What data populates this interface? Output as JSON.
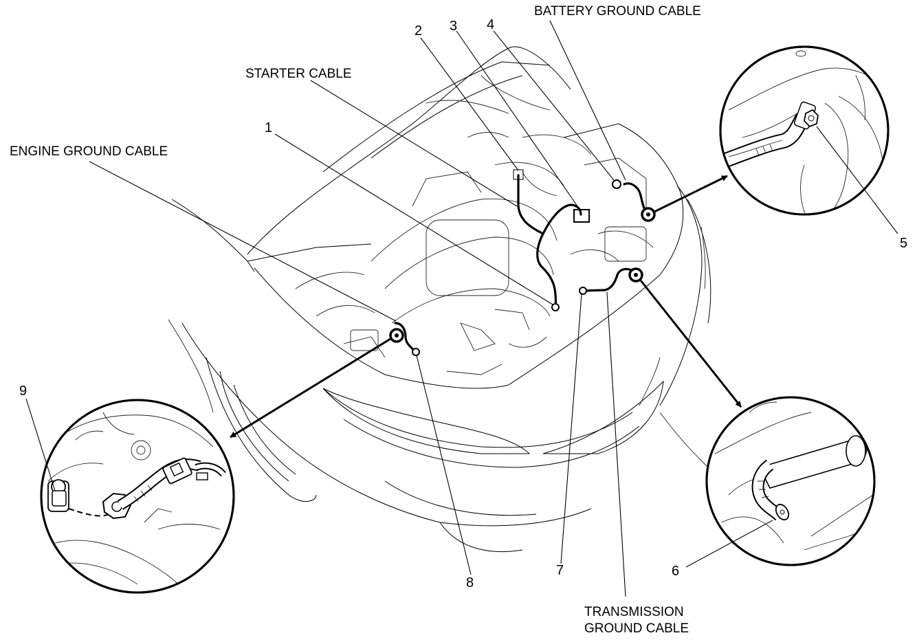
{
  "labels": {
    "battery_ground": "BATTERY GROUND CABLE",
    "starter": "STARTER CABLE",
    "engine_ground": "ENGINE GROUND CABLE",
    "transmission_line1": "TRANSMISSION",
    "transmission_line2": "GROUND CABLE"
  },
  "callouts": {
    "c1": "1",
    "c2": "2",
    "c3": "3",
    "c4": "4",
    "c5": "5",
    "c6": "6",
    "c7": "7",
    "c8": "8",
    "c9": "9"
  },
  "colors": {
    "line": "#000000",
    "background": "#ffffff"
  }
}
